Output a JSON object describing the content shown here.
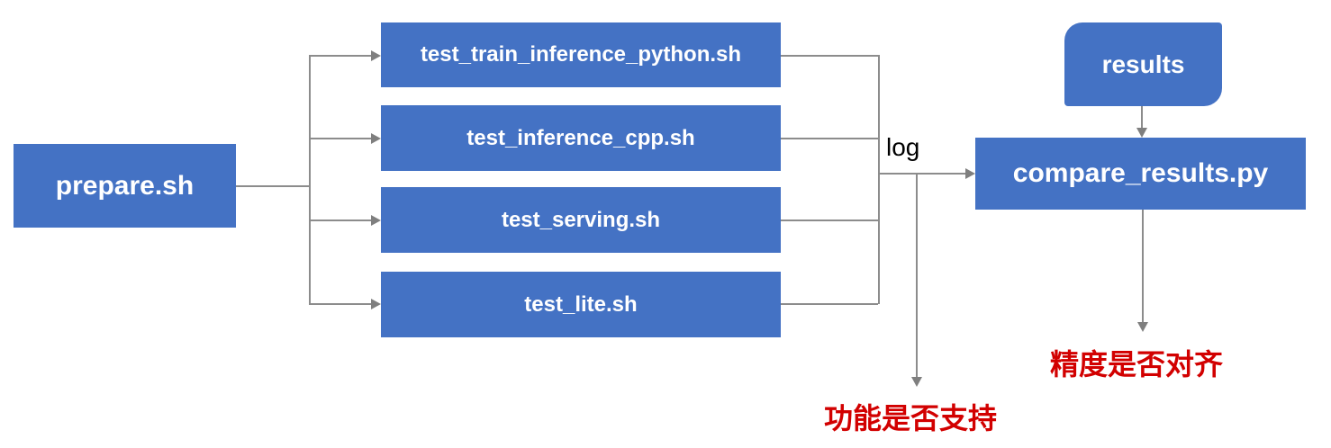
{
  "diagram": {
    "nodes": {
      "prepare": {
        "label": "prepare.sh"
      },
      "tests": [
        {
          "label": "test_train_inference_python.sh"
        },
        {
          "label": "test_inference_cpp.sh"
        },
        {
          "label": "test_serving.sh"
        },
        {
          "label": "test_lite.sh"
        }
      ],
      "results": {
        "label": "results"
      },
      "compare": {
        "label": "compare_results.py"
      }
    },
    "edge_labels": {
      "log": "log"
    },
    "outcomes": {
      "function_support": {
        "label": "功能是否支持"
      },
      "precision_aligned": {
        "label": "精度是否对齐"
      }
    },
    "colors": {
      "node_fill": "#4472C4",
      "node_text": "#FFFFFF",
      "connector_line": "#8C8C8C",
      "arrowhead": "#7F7F7F",
      "edge_label_text": "#000000",
      "outcome_text": "#D20000"
    }
  }
}
